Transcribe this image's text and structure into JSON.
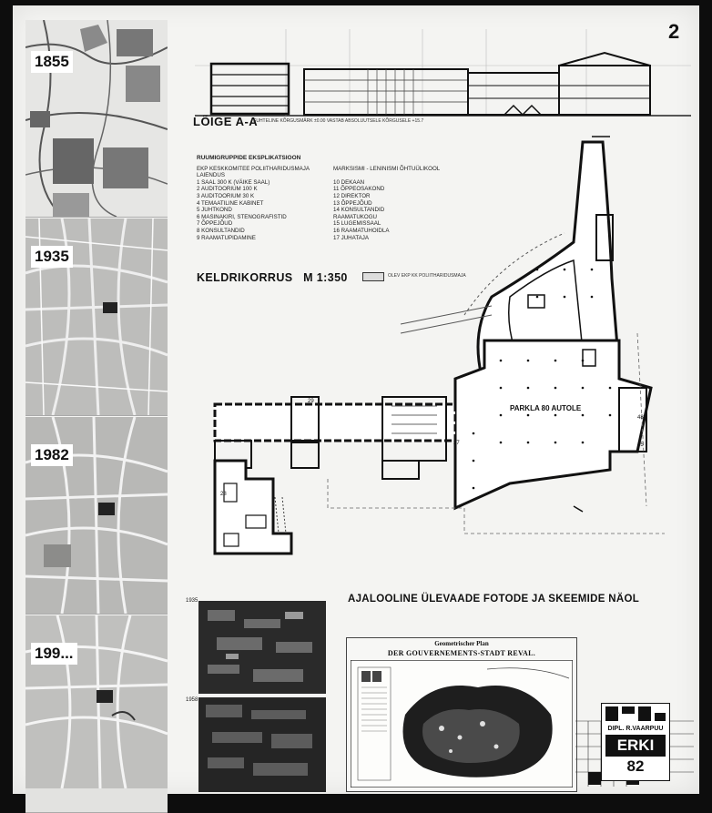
{
  "sheet": {
    "number": "2"
  },
  "timeline": [
    {
      "year": "1855"
    },
    {
      "year": "1935"
    },
    {
      "year": "1982"
    },
    {
      "year": "199..."
    }
  ],
  "section": {
    "title": "LÕIGE A-A",
    "caption": "SUHTELINE KÕRGUSMÄRK ±0.00 VASTAB ABSOLUUTSELE KÕRGUSELE +15.7"
  },
  "legend": {
    "heading": "RUUMIGRUPPIDE EKSPLIKATSIOON",
    "org_left": "EKP KESKKOMITEE POLIITHARIDUSMAJA",
    "org_right": "MARKSISMI - LENINISMI ÕHTUÜLIKOOL",
    "extension_label": "LAIENDUS",
    "items_left": [
      "1  SAAL 300 K (VÄIKE SAAL)",
      "2  AUDITOORIUM  100 K",
      "3  AUDITOORIUM   30 K",
      "4  TEMAATILINE KABINET",
      "5  JUHTKOND",
      "6  MASINAKIRI, STENOGRAFISTID",
      "7  ÕPPEJÕUD",
      "8  KONSULTANDID",
      "9  RAAMATUPIDAMINE"
    ],
    "items_right": [
      "10  DEKAAN",
      "11  ÕPPEOSAKOND",
      "12  DIREKTOR",
      "13  ÕPPEJÕUD",
      "14  KONSULTANDID",
      "      RAAMATUKOGU",
      "15  LUGEMISSAAL",
      "16  RAAMATUHOIDLA",
      "17  JUHATAJA"
    ]
  },
  "plan": {
    "title": "KELDRIKORRUS   M 1:350",
    "legend_note": "OLEV EKP KK POLIITHARIDUSMAJA",
    "parking_label": "PARKLA 80 AUTOLE",
    "room_labels": [
      "27",
      "28",
      "29",
      "48",
      "45"
    ]
  },
  "history": {
    "title": "AJALOOLINE ÜLEVAADE FOTODE JA SKEEMIDE NÄOL",
    "photo1_year": "1935",
    "photo2_year": "1958",
    "plan_subtitle": "Geometrischer Plan",
    "plan_title": "DER GOUVERNEMENTS-STADT REVAL."
  },
  "stamp": {
    "line1": "DIPL. R.VAARPUU",
    "line2": "ERKI",
    "line3": "82"
  }
}
